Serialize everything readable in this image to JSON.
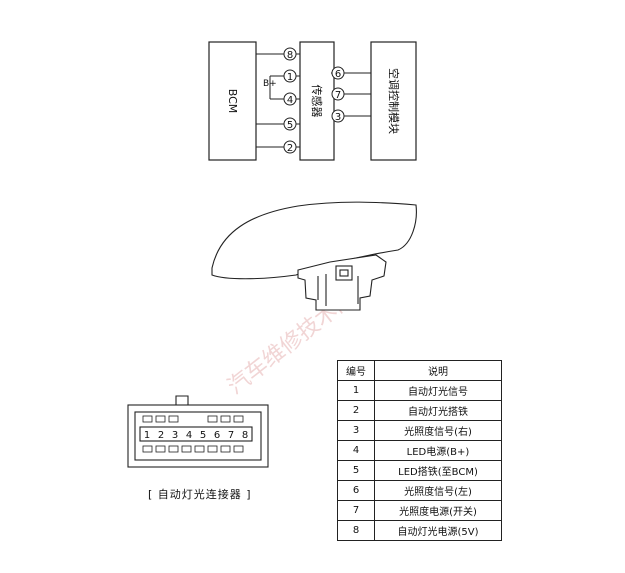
{
  "diagram": {
    "bcm_label": "BCM",
    "sensor_label": "传感器",
    "ac_module_label": "空调控制模块",
    "bplus_label": "B+",
    "left_pins": [
      "8",
      "1",
      "4",
      "5",
      "2"
    ],
    "right_pins": [
      "6",
      "7",
      "3"
    ],
    "connector_pins": [
      "1",
      "2",
      "3",
      "4",
      "5",
      "6",
      "7",
      "8"
    ],
    "connector_caption": "[ 自动灯光连接器 ]",
    "watermark": "汽车维修技术网"
  },
  "table": {
    "headers": [
      "编号",
      "说明"
    ],
    "rows": [
      {
        "num": "1",
        "desc": "自动灯光信号"
      },
      {
        "num": "2",
        "desc": "自动灯光搭铁"
      },
      {
        "num": "3",
        "desc": "光照度信号(右)"
      },
      {
        "num": "4",
        "desc": "LED电源(B+)"
      },
      {
        "num": "5",
        "desc": "LED搭铁(至BCM)"
      },
      {
        "num": "6",
        "desc": "光照度信号(左)"
      },
      {
        "num": "7",
        "desc": "光照度电源(开关)"
      },
      {
        "num": "8",
        "desc": "自动灯光电源(5V)"
      }
    ]
  }
}
